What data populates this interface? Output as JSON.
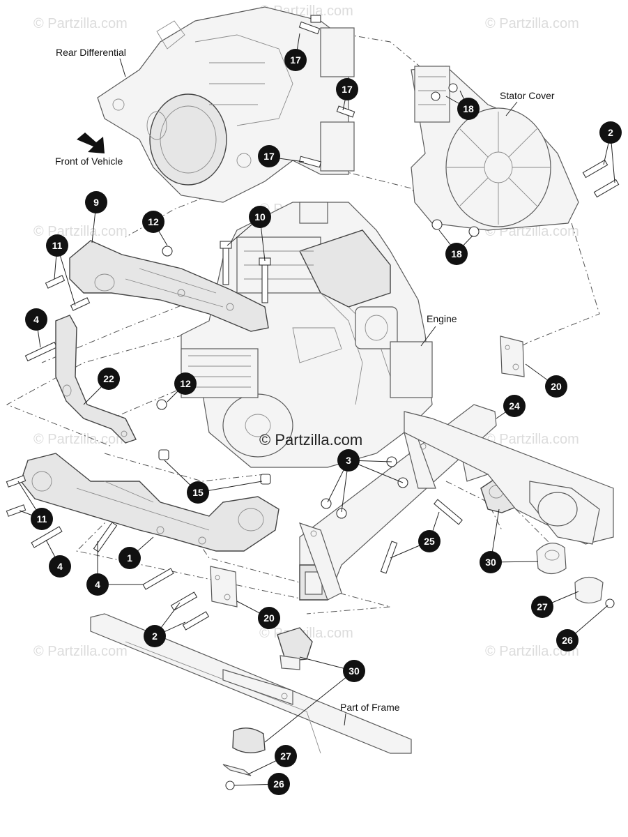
{
  "labels": {
    "rear_differential": "Rear Differential",
    "front_of_vehicle": "Front of Vehicle",
    "stator_cover": "Stator Cover",
    "engine": "Engine",
    "part_of_frame": "Part of Frame"
  },
  "watermark": {
    "small": "© Partzilla.com",
    "center": "© Partzilla.com"
  },
  "callouts": [
    "17",
    "17",
    "17",
    "18",
    "18",
    "2",
    "9",
    "12",
    "10",
    "11",
    "4",
    "22",
    "12",
    "20",
    "24",
    "3",
    "15",
    "11",
    "4",
    "1",
    "4",
    "25",
    "30",
    "27",
    "26",
    "20",
    "2",
    "30",
    "27",
    "26"
  ],
  "colors": {
    "callout_fill": "#111111",
    "line": "#555555"
  }
}
